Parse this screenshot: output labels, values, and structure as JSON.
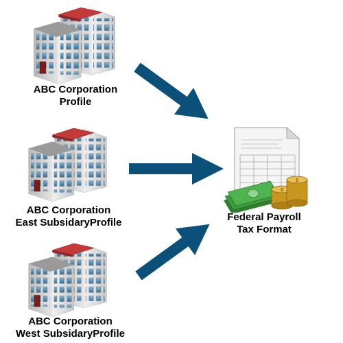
{
  "sources": [
    {
      "line1": "ABC Corporation",
      "line2": "Profile",
      "icon": "office-building-icon"
    },
    {
      "line1": "ABC Corporation",
      "line2": "East SubsidaryProfile",
      "icon": "office-building-icon"
    },
    {
      "line1": "ABC Corporation",
      "line2": "West SubsidaryProfile",
      "icon": "office-building-icon"
    }
  ],
  "target": {
    "line1": "Federal Payroll",
    "line2": "Tax Format",
    "icon": "tax-document-money-icon"
  },
  "colors": {
    "arrow": "#0b5078",
    "roof": "#c43a3a",
    "wall": "#d9d9d9",
    "window": "#3f7fa8",
    "money": "#3d9a3d",
    "coin": "#d3a431"
  }
}
